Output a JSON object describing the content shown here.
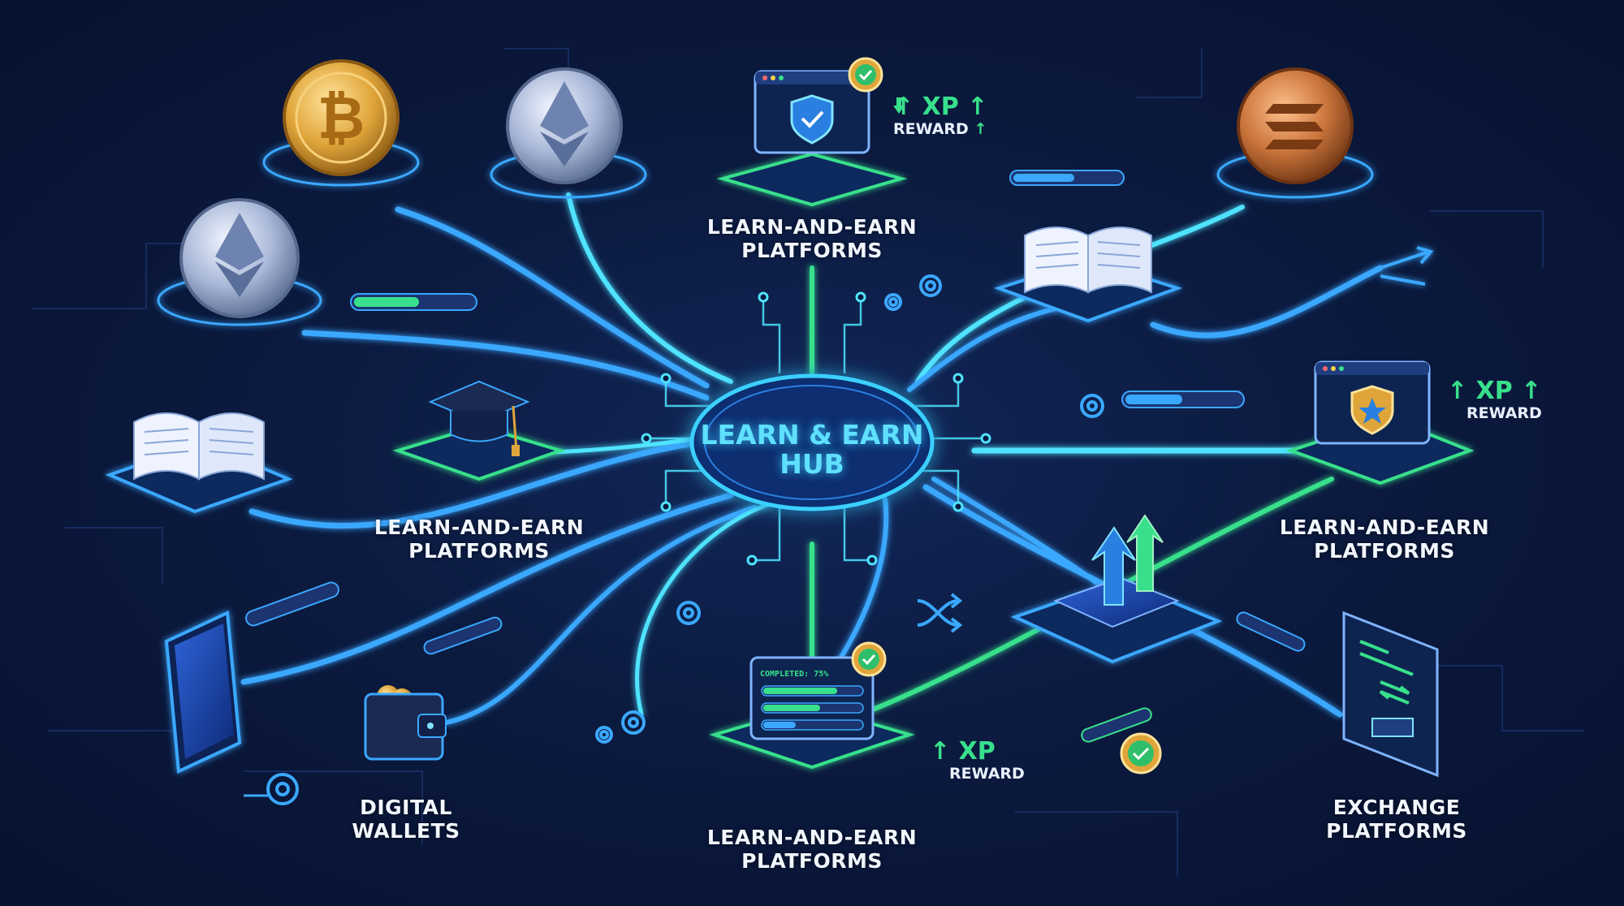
{
  "hub": {
    "line1": "LEARN & EARN",
    "line2": "HUB"
  },
  "labels": {
    "top_platforms": {
      "line1": "LEARN-AND-EARN",
      "line2": "PLATFORMS"
    },
    "left_platforms": {
      "line1": "LEARN-AND-EARN",
      "line2": "PLATFORMS"
    },
    "right_platforms": {
      "line1": "LEARN-AND-EARN",
      "line2": "PLATFORMS"
    },
    "bottom_platforms": {
      "line1": "LEARN-AND-EARN",
      "line2": "PLATFORMS"
    },
    "digital_wallets": {
      "line1": "DIGITAL",
      "line2": "WALLETS"
    },
    "exchange_platforms": {
      "line1": "EXCHANGE",
      "line2": "PLATFORMS"
    }
  },
  "xp_badges": {
    "top": {
      "xp": "XP",
      "reward": "REWARD"
    },
    "right": {
      "xp": "XP",
      "reward": "REWARD"
    },
    "bottom": {
      "xp": "XP",
      "reward": "REWARD"
    }
  },
  "progress_card": {
    "text": "COMPLETED: 75%",
    "value": 0.75
  },
  "colors": {
    "glow_blue": "#3aa8ff",
    "glow_cyan": "#4fe3ff",
    "glow_green": "#38e08c",
    "gold": "#e0a53a",
    "bronze": "#c9743a",
    "silver": "#b8c8e8"
  },
  "icons": [
    "bitcoin-coin-icon",
    "ethereum-coin-icon",
    "solana-coin-icon",
    "open-book-icon",
    "graduation-cap-icon",
    "shield-icon",
    "check-badge-icon",
    "gear-icon",
    "smartphone-icon",
    "wallet-icon",
    "exchange-arrows-icon",
    "trending-arrows-icon",
    "shuffle-icon"
  ]
}
